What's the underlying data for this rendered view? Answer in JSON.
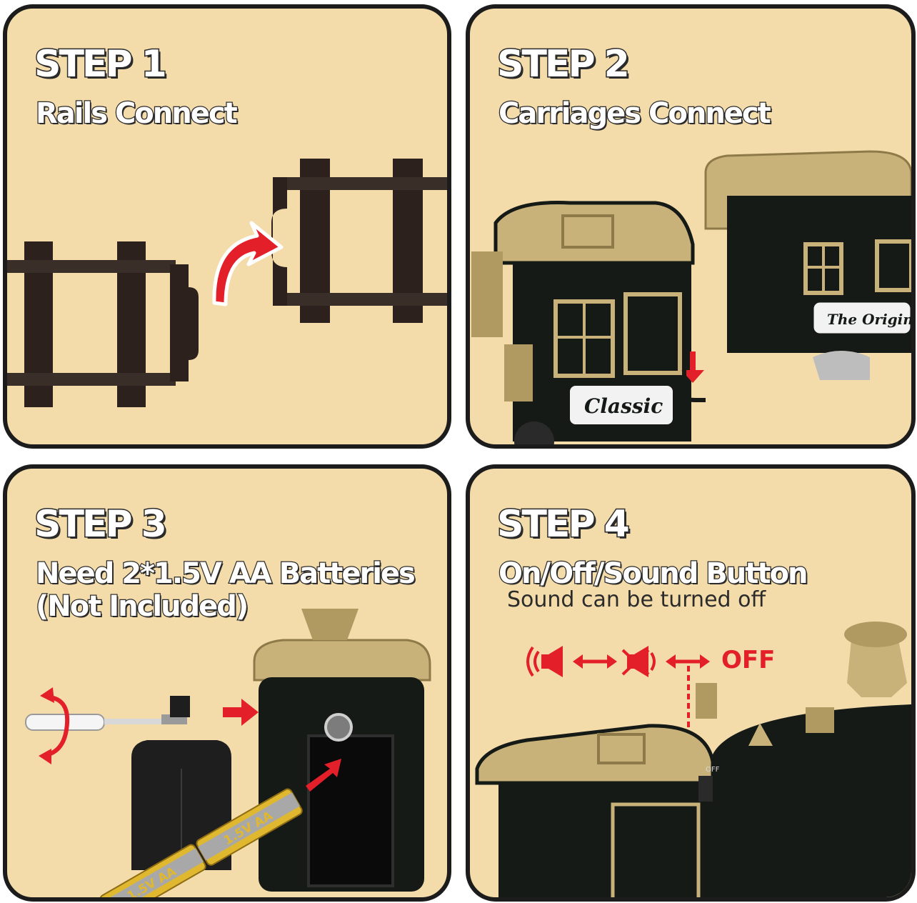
{
  "steps": [
    {
      "title": "STEP 1",
      "subtitle": "Rails Connect"
    },
    {
      "title": "STEP 2",
      "subtitle": "Carriages Connect",
      "locomotive_plate": "Classic",
      "carriage_plate": "The Origin"
    },
    {
      "title": "STEP 3",
      "subtitle_line1": "Need 2*1.5V AA Batteries",
      "subtitle_line2": "(Not Included)",
      "battery_label": "1.5V AA"
    },
    {
      "title": "STEP 4",
      "subtitle": "On/Off/Sound Button",
      "note": "Sound can be turned off",
      "off_label": "OFF",
      "switch_label": "OFF",
      "icons": [
        "sound-on-icon",
        "double-arrow-icon",
        "sound-mute-icon",
        "double-arrow-icon"
      ]
    }
  ],
  "colors": {
    "panel_bg": "#f3dcaa",
    "border": "#1c1c1c",
    "arrow_red": "#e3202a",
    "rail_brown": "#2c211c",
    "gold": "#c8b27a",
    "train_black": "#151a16"
  }
}
